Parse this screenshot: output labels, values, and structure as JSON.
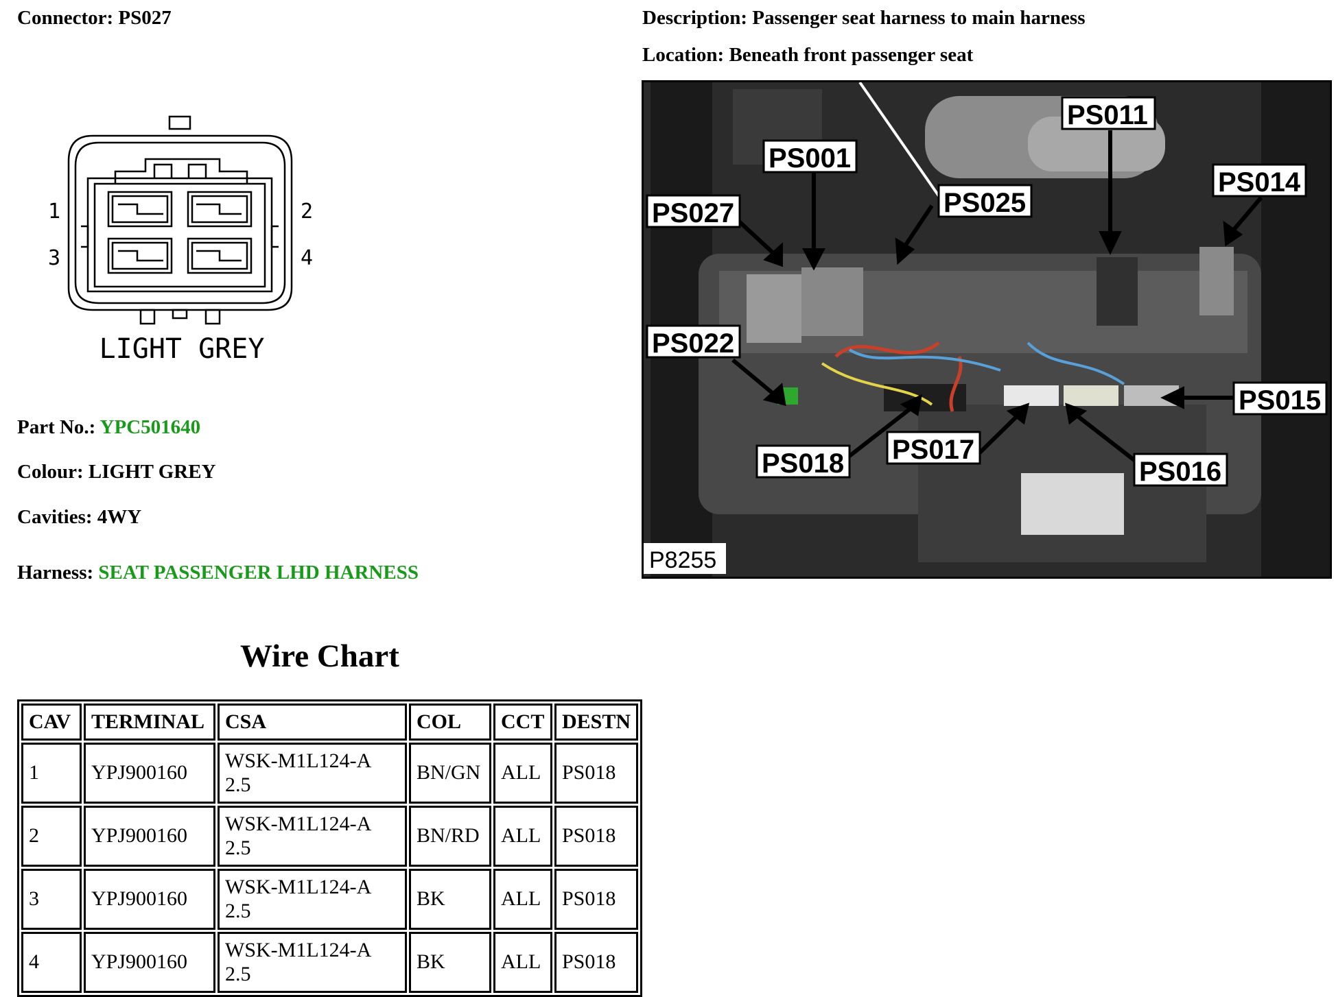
{
  "header": {
    "connector_label": "Connector:",
    "connector_value": "PS027",
    "description_label": "Description:",
    "description_value": "Passenger seat harness to main harness",
    "location_label": "Location:",
    "location_value": "Beneath front passenger seat"
  },
  "pinout": {
    "pins": [
      "1",
      "2",
      "3",
      "4"
    ],
    "colour_caption": "LIGHT GREY"
  },
  "photo": {
    "labels": [
      "PS001",
      "PS011",
      "PS014",
      "PS027",
      "PS025",
      "PS022",
      "PS015",
      "PS018",
      "PS017",
      "PS016"
    ],
    "reference": "P8255"
  },
  "details": {
    "part_label": "Part No.:",
    "part_value": "YPC501640",
    "colour_label": "Colour:",
    "colour_value": "LIGHT GREY",
    "cavities_label": "Cavities:",
    "cavities_value": "4WY",
    "harness_label": "Harness:",
    "harness_value": "SEAT PASSENGER LHD HARNESS",
    "link_color": "#1a9a1a"
  },
  "wire_chart": {
    "title": "Wire Chart",
    "columns": [
      "CAV",
      "TERMINAL",
      "CSA",
      "COL",
      "CCT",
      "DESTN"
    ],
    "rows": [
      {
        "cav": "1",
        "terminal": "YPJ900160",
        "csa_line1": "WSK-M1L124-A",
        "csa_line2": "2.5",
        "col": "BN/GN",
        "cct": "ALL",
        "destn": "PS018"
      },
      {
        "cav": "2",
        "terminal": "YPJ900160",
        "csa_line1": "WSK-M1L124-A",
        "csa_line2": "2.5",
        "col": "BN/RD",
        "cct": "ALL",
        "destn": "PS018"
      },
      {
        "cav": "3",
        "terminal": "YPJ900160",
        "csa_line1": "WSK-M1L124-A",
        "csa_line2": "2.5",
        "col": "BK",
        "cct": "ALL",
        "destn": "PS018"
      },
      {
        "cav": "4",
        "terminal": "YPJ900160",
        "csa_line1": "WSK-M1L124-A",
        "csa_line2": "2.5",
        "col": "BK",
        "cct": "ALL",
        "destn": "PS018"
      }
    ]
  }
}
